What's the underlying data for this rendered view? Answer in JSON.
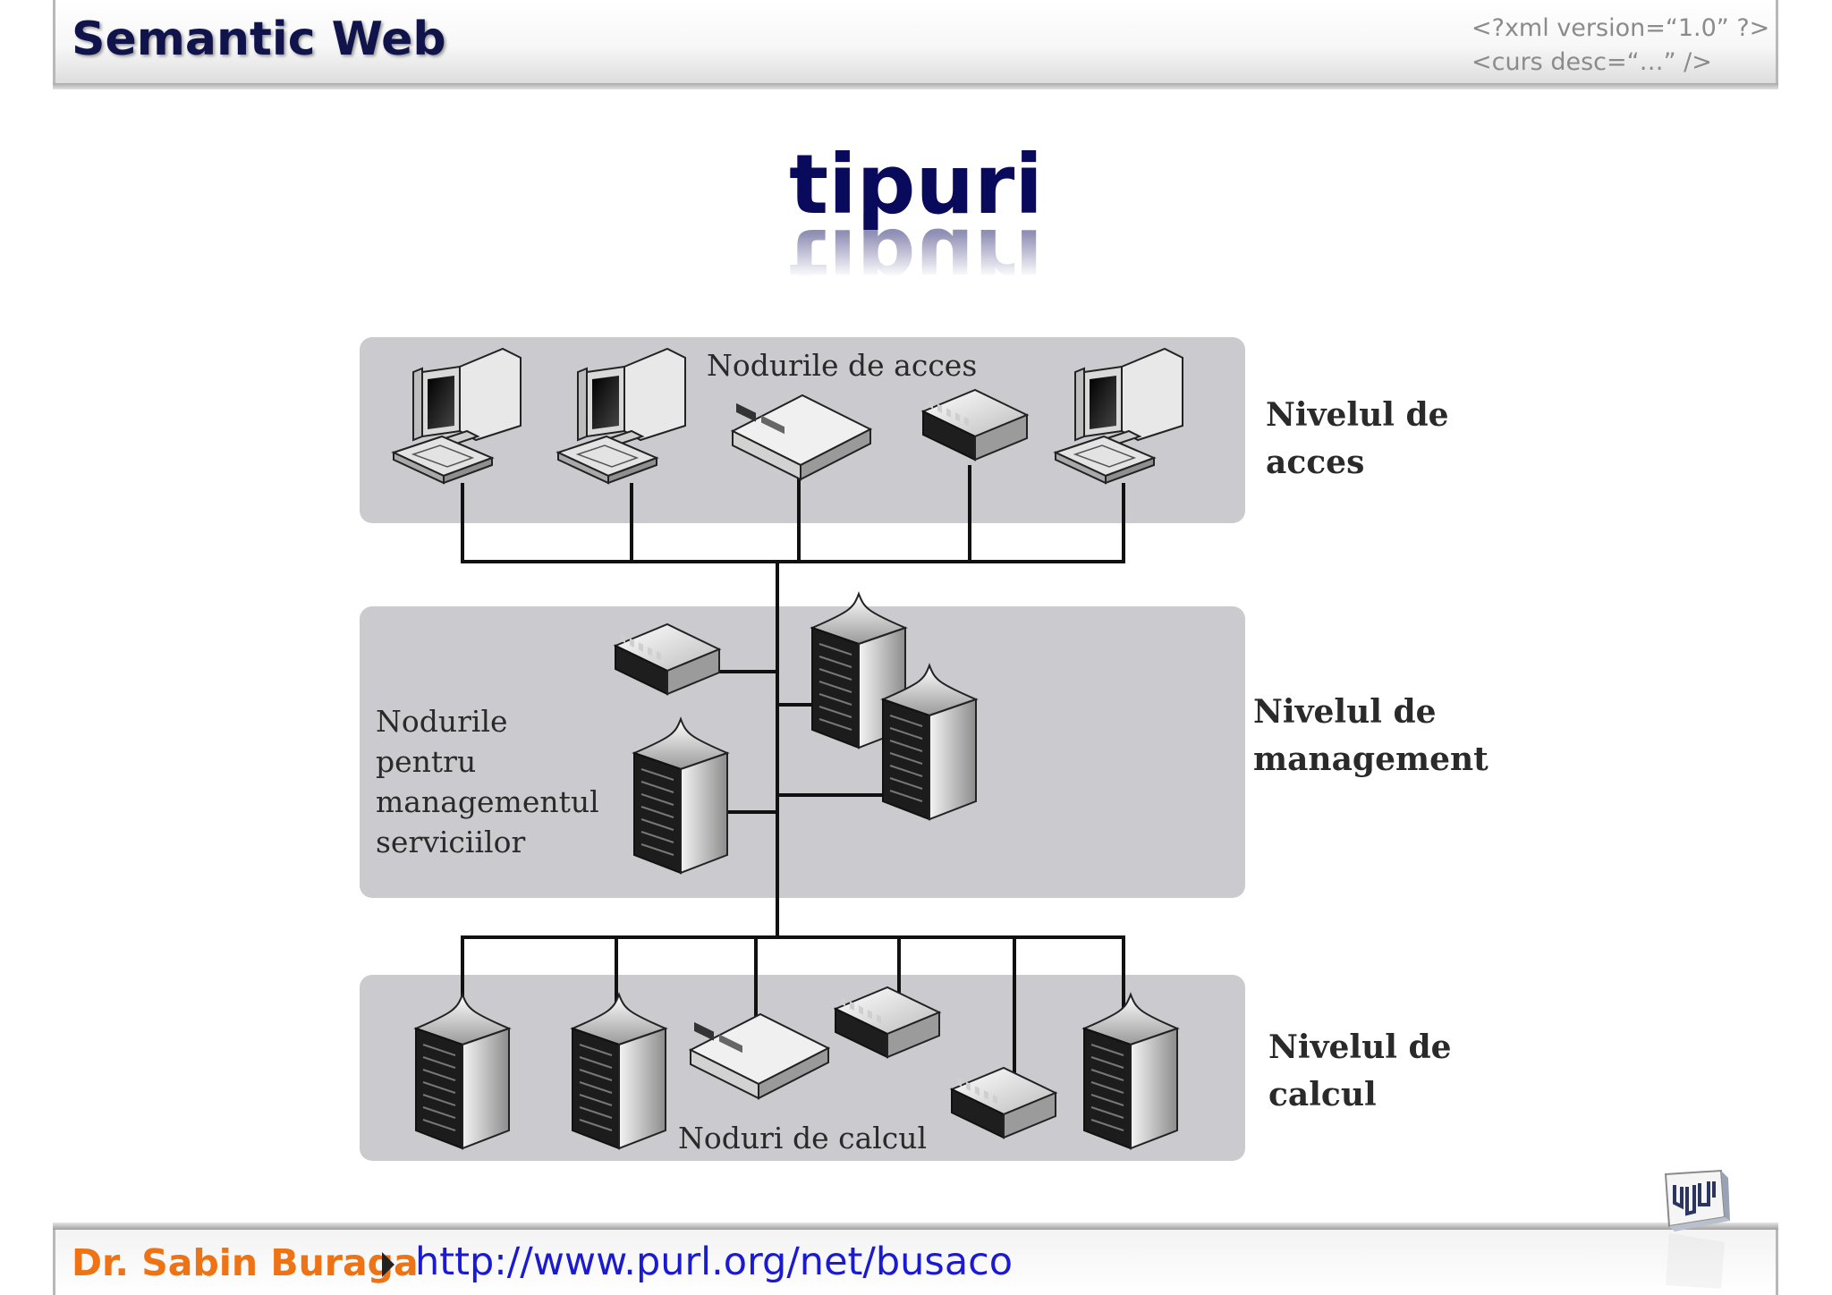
{
  "header": {
    "course_title": "Semantic Web",
    "xml_decl": "<?xml version=“1.0” ?>\n<curs desc=“…” />"
  },
  "slide": {
    "title": "tipuri"
  },
  "diagram": {
    "access_panel_label": "Nodurile de acces",
    "access_level_label": "Nivelul de\nacces",
    "management_panel_label": "Nodurile\npentru\nmanagementul\nserviciilor",
    "management_level_label": "Nivelul de\nmanagement",
    "compute_panel_label": "Noduri de calcul",
    "compute_level_label": "Nivelul de\ncalcul",
    "panel_color": "#cbcbcf",
    "line_color": "#111111",
    "access_nodes": [
      "workstation-icon",
      "workstation-icon",
      "router-icon",
      "switch-icon",
      "workstation-icon"
    ],
    "management_nodes": [
      "switch-icon",
      "server-tower-icon",
      "server-tower-icon",
      "server-tower-icon"
    ],
    "compute_nodes": [
      "server-tower-icon",
      "server-tower-icon",
      "router-icon",
      "switch-icon",
      "switch-icon",
      "server-tower-icon"
    ]
  },
  "footer": {
    "author": "Dr. Sabin Buraga",
    "url": "http://www.purl.org/net/busaco",
    "author_color": "#ee7314",
    "url_color": "#1a1ad0",
    "logo": "university-logo-icon"
  }
}
